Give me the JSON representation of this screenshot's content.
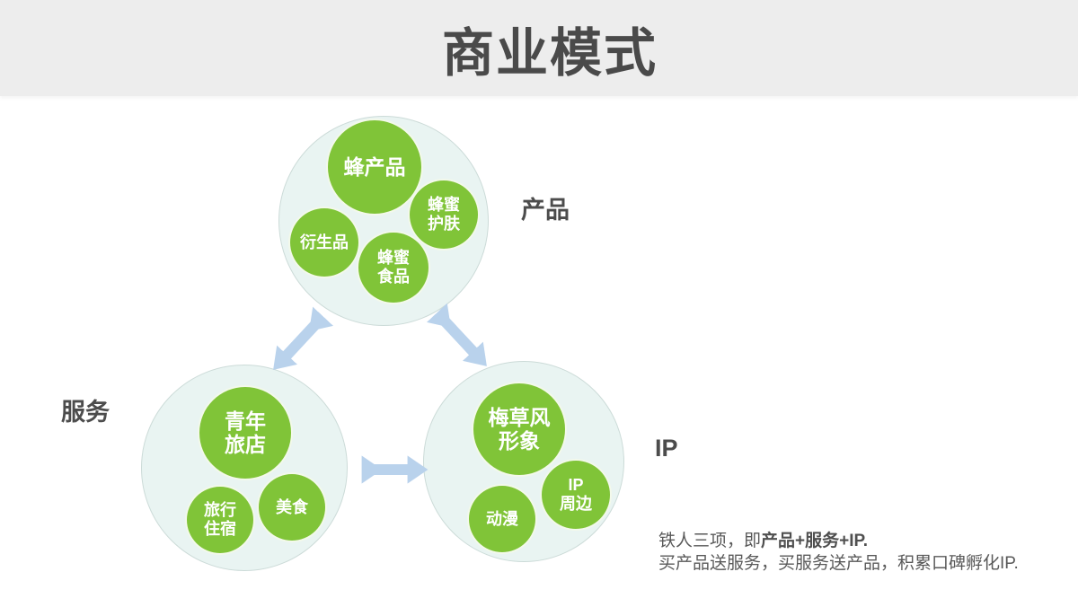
{
  "title": "商业模式",
  "groups": {
    "product": {
      "label": "产品",
      "nodes": {
        "bee_products": {
          "l1": "蜂产品"
        },
        "honey_skincare": {
          "l1": "蜂蜜",
          "l2": "护肤"
        },
        "derivatives": {
          "l1": "衍生品"
        },
        "honey_food": {
          "l1": "蜂蜜",
          "l2": "食品"
        }
      }
    },
    "service": {
      "label": "服务",
      "nodes": {
        "youth_hostel": {
          "l1": "青年",
          "l2": "旅店"
        },
        "travel_lodging": {
          "l1": "旅行",
          "l2": "住宿"
        },
        "gourmet": {
          "l1": "美食"
        }
      }
    },
    "ip": {
      "label": "IP",
      "nodes": {
        "meicaofeng_image": {
          "l1": "梅草风",
          "l2": "形象"
        },
        "ip_merchandise": {
          "l1": "IP",
          "l2": "周边"
        },
        "anime": {
          "l1": "动漫"
        }
      }
    }
  },
  "note": {
    "line1_normal": "铁人三项，即",
    "line1_bold": "产品+服务+IP.",
    "line2": "买产品送服务，买服务送产品，积累口碑孵化IP."
  },
  "colors": {
    "header_band": "#ededed",
    "title_text": "#4a4a4a",
    "big_circle_fill": "#e9f4f2",
    "big_circle_border": "#ccdbd8",
    "node_green": "#80c438",
    "node_text": "#ffffff",
    "arrow_blue": "#b9d2ec",
    "note_text": "#595959"
  }
}
